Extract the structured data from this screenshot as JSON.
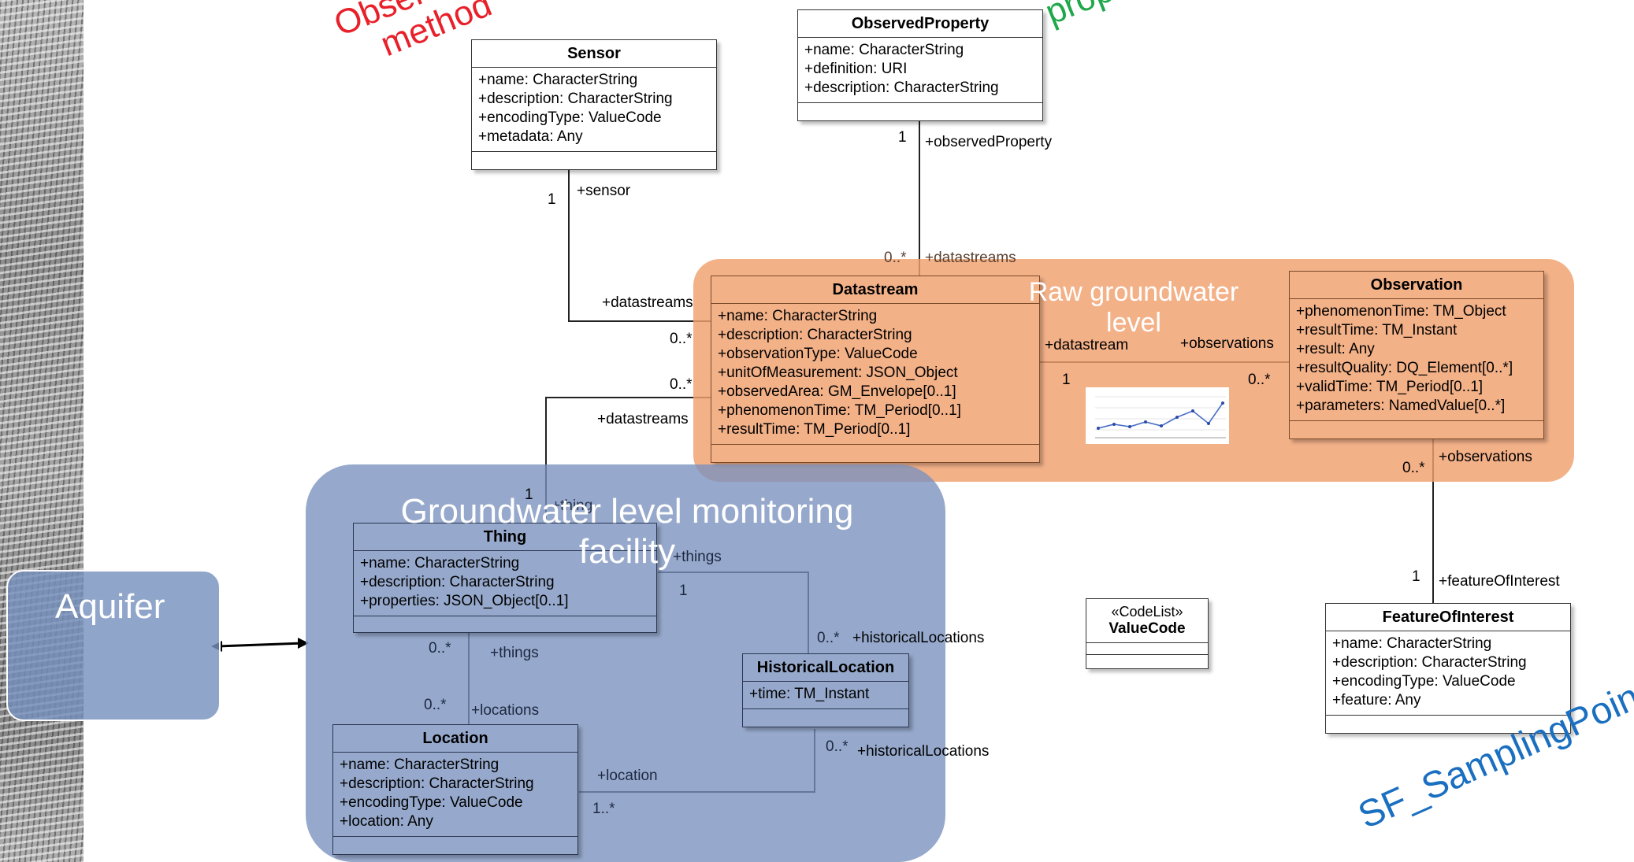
{
  "classes": {
    "sensor": {
      "name": "Sensor",
      "attrs": [
        "+name: CharacterString",
        "+description: CharacterString",
        "+encodingType: ValueCode",
        "+metadata: Any"
      ]
    },
    "observed_property": {
      "name": "ObservedProperty",
      "attrs": [
        "+name: CharacterString",
        "+definition: URI",
        "+description: CharacterString"
      ]
    },
    "datastream": {
      "name": "Datastream",
      "attrs": [
        "+name: CharacterString",
        "+description: CharacterString",
        "+observationType: ValueCode",
        "+unitOfMeasurement: JSON_Object",
        "+observedArea: GM_Envelope[0..1]",
        "+phenomenonTime: TM_Period[0..1]",
        "+resultTime: TM_Period[0..1]"
      ]
    },
    "observation": {
      "name": "Observation",
      "attrs": [
        "+phenomenonTime: TM_Object",
        "+resultTime: TM_Instant",
        "+result: Any",
        "+resultQuality: DQ_Element[0..*]",
        "+validTime: TM_Period[0..1]",
        "+parameters: NamedValue[0..*]"
      ]
    },
    "thing": {
      "name": "Thing",
      "attrs": [
        "+name: CharacterString",
        "+description: CharacterString",
        "+properties: JSON_Object[0..1]"
      ]
    },
    "historical_location": {
      "name": "HistoricalLocation",
      "attrs": [
        "+time: TM_Instant"
      ]
    },
    "location": {
      "name": "Location",
      "attrs": [
        "+name: CharacterString",
        "+description: CharacterString",
        "+encodingType: ValueCode",
        "+location: Any"
      ]
    },
    "feature_of_interest": {
      "name": "FeatureOfInterest",
      "attrs": [
        "+name: CharacterString",
        "+description: CharacterString",
        "+encodingType: ValueCode",
        "+feature: Any"
      ]
    },
    "value_code": {
      "stereotype": "«CodeList»",
      "name": "ValueCode"
    }
  },
  "association_labels": {
    "sensor_role": "+sensor",
    "sensor_mult": "1",
    "sensor_datastreams_role": "+datastreams",
    "sensor_datastreams_mult": "0..*",
    "op_role": "+observedProperty",
    "op_mult": "1",
    "op_datastreams_role": "+datastreams",
    "op_datastreams_mult": "0..*",
    "thing_datastreams_role": "+datastreams",
    "thing_datastreams_mult": "0..*",
    "thing_role": "+thing",
    "thing_mult": "1",
    "ds_role": "+datastream",
    "ds_mult": "1",
    "obs_role": "+observations",
    "obs_mult": "0..*",
    "foi_obs_role": "+observations",
    "foi_obs_mult": "0..*",
    "foi_role": "+featureOfInterest",
    "foi_mult": "1",
    "things_hl_role": "+things",
    "things_hl_mult": "1",
    "hl_role": "+historicalLocations",
    "hl_mult": "0..*",
    "thing_loc_things_role": "+things",
    "thing_loc_things_mult": "0..*",
    "loc_role": "+locations",
    "loc_mult": "0..*",
    "hl2_role": "+historicalLocations",
    "hl2_mult": "0..*",
    "location_role": "+location",
    "location_mult": "1..*"
  },
  "overlays": {
    "raw_groundwater_level": "Raw groundwater\nlevel",
    "facility": "Groundwater level monitoring\nfacility",
    "aquifer": "Aquifer",
    "observation_method": "Observation\nmethod",
    "observed_property_label": "Observed\nproperty",
    "sf_sampling_point": "SF_SamplingPoint"
  },
  "colors": {
    "red": "#e8202a",
    "green": "#1fa84a",
    "blue": "#1a6fc0",
    "raw": "#f0a06e",
    "facility": "#7891be"
  }
}
